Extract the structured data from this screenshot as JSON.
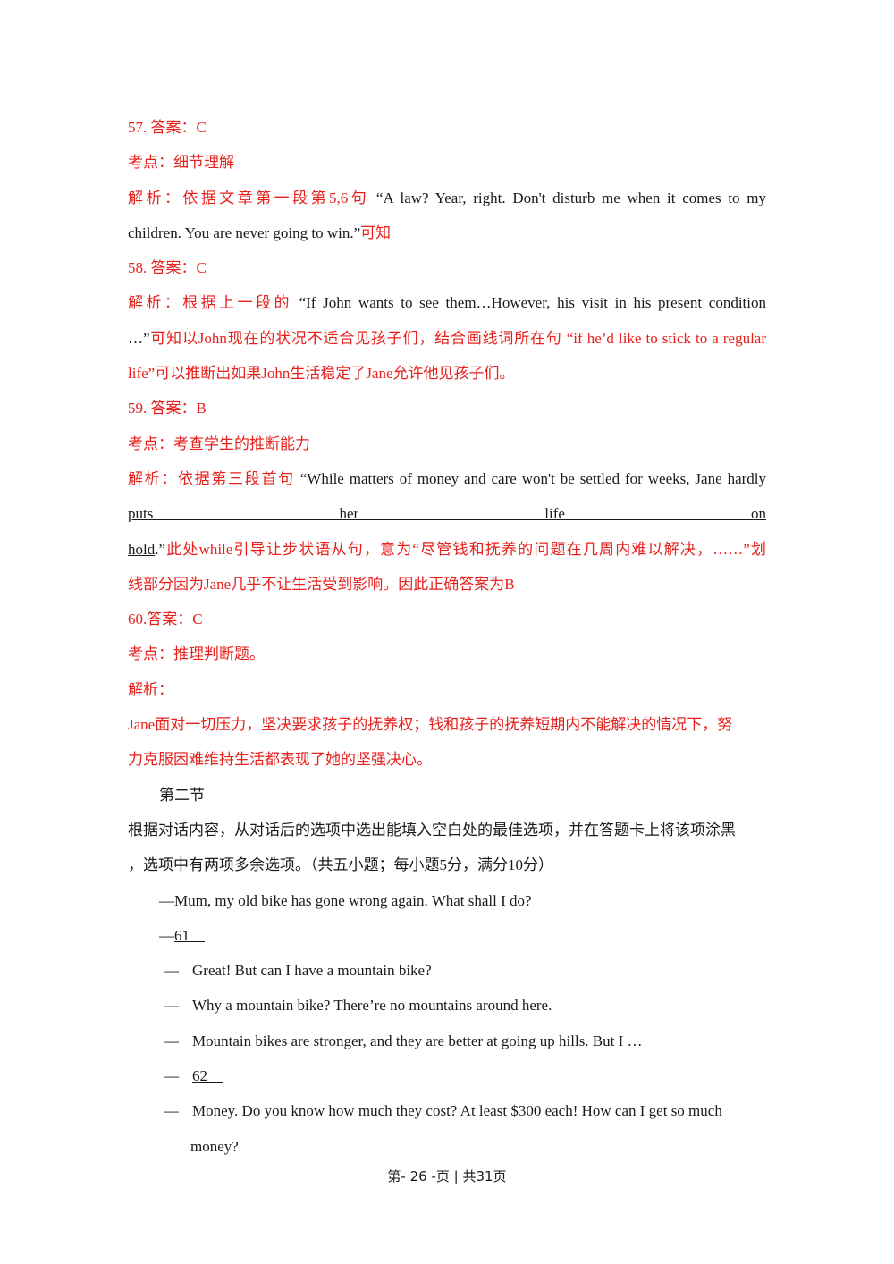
{
  "q57": {
    "answer": "57. 答案：C",
    "point": "考点：细节理解",
    "analysis_cn": "解析：依据文章第一段第5,6句 ",
    "analysis_quote1": "“A law? Year, right. Don't disturb me when it comes to my",
    "analysis_quote2": "children. You are never going to win.”",
    "analysis_end": "可知"
  },
  "q58": {
    "answer": "58. 答案：C",
    "line1_cn": "解析：根据上一段的 ",
    "line1_quote": "“If John wants to see them…However, his visit in his present condition",
    "line2_quote": "…”",
    "line2_cn": "可知以John现在的状况不适合见孩子们，结合画线词所在句 “if he’d like to stick to a regular",
    "line3": "life”可以推断出如果John生活稳定了Jane允许他见孩子们。"
  },
  "q59": {
    "answer": "59. 答案：B",
    "point": "考点：考查学生的推断能力",
    "line1_cn": "解析：依据第三段首句 ",
    "line1_quote": "“While matters of money and care won't be settled for weeks,",
    "line1_underline": " Jane hardly",
    "line2": "puts her life on",
    "line3_underline": "hold",
    "line3_black": ".”",
    "line3_cn": "此处while引导让步状语从句，意为“尽管钱和抚养的问题在几周内难以解决，……”划",
    "line4": "线部分因为Jane几乎不让生活受到影响。因此正确答案为B"
  },
  "q60": {
    "answer": "60.答案：C",
    "point": "考点：推理判断题。",
    "analysis_label": "解析：",
    "line1": "Jane面对一切压力，坚决要求孩子的抚养权；钱和孩子的抚养短期内不能解决的情况下，努",
    "line2": "力克服困难维持生活都表现了她的坚强决心。"
  },
  "section2": {
    "title": "第二节",
    "instr1": "根据对话内容，从对话后的选项中选出能填入空白处的最佳选项，并在答题卡上将该项涂黑",
    "instr2": "，选项中有两项多余选项。（共五小题；每小题5分，满分10分）"
  },
  "dialogue": {
    "l1": "—Mum, my old bike has gone wrong again. What shall I do?",
    "l2_dash": "—",
    "l2_blank": "61    ",
    "dash": "—",
    "l3": "Great! But can I have a mountain bike?",
    "l4": "Why a mountain bike? There’re no mountains around here.",
    "l5": "Mountain bikes are stronger, and they are better at going up hills. But I …",
    "l6_blank": "62    ",
    "l7": "Money. Do you know how much they cost? At least $300 each! How can I get so much",
    "l8": "money?"
  },
  "footer": "第- 26 -页 | 共31页"
}
